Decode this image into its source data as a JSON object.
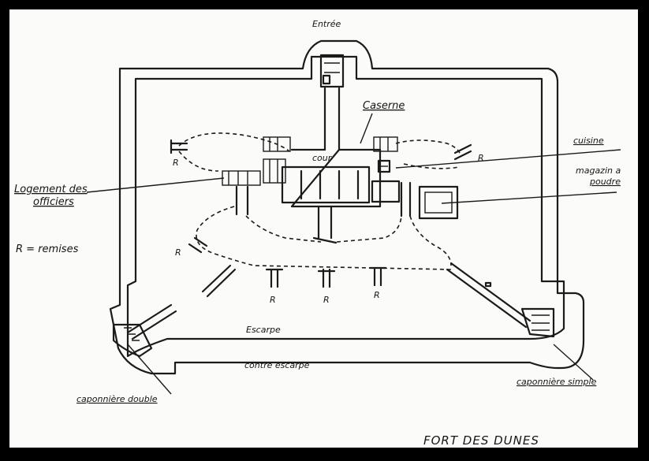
{
  "diagram": {
    "title": "FORT DES DUNES",
    "labels": {
      "entree": "Entrée",
      "caserne": "Caserne",
      "cour": "cour",
      "cuisine": "cuisine",
      "magazin_line1": "magazin a",
      "magazin_line2": "poudre",
      "logement_line1": "Logement des",
      "logement_line2": "officiers",
      "remises_legend": "R = remises",
      "escarpe": "Escarpe",
      "contre_escarpe": "contre escarpe",
      "caponniere_double": "caponnière double",
      "caponniere_simple": "caponnière simple"
    },
    "remise_marker": "R"
  },
  "colors": {
    "background": "#000000",
    "paper": "#fbfbf9",
    "ink": "#1b1b1b"
  }
}
